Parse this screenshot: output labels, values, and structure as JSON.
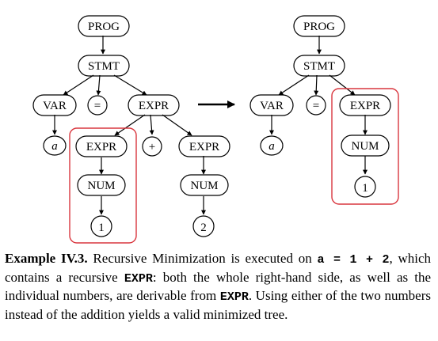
{
  "diagram": {
    "arrow": "→",
    "left_tree": {
      "prog": "PROG",
      "stmt": "STMT",
      "var": "VAR",
      "eq": "=",
      "expr": "EXPR",
      "a": "a",
      "expr_left": "EXPR",
      "plus": "+",
      "expr_right": "EXPR",
      "num_left": "NUM",
      "num_right": "NUM",
      "one": "1",
      "two": "2"
    },
    "right_tree": {
      "prog": "PROG",
      "stmt": "STMT",
      "var": "VAR",
      "eq": "=",
      "expr": "EXPR",
      "a": "a",
      "num": "NUM",
      "one": "1"
    },
    "highlight_color": "#d9363e"
  },
  "caption": {
    "label": "Example IV.3.",
    "t1": " Recursive Minimization is executed on ",
    "code1": "a = 1 + 2",
    "t2": ", which contains a recursive ",
    "code2": "EXPR",
    "t3": ": both the whole right-hand side, as well as the individual numbers, are derivable from ",
    "code3": "EXPR",
    "t4": ". Using either of the two numbers instead of the addition yields a valid minimized tree."
  }
}
